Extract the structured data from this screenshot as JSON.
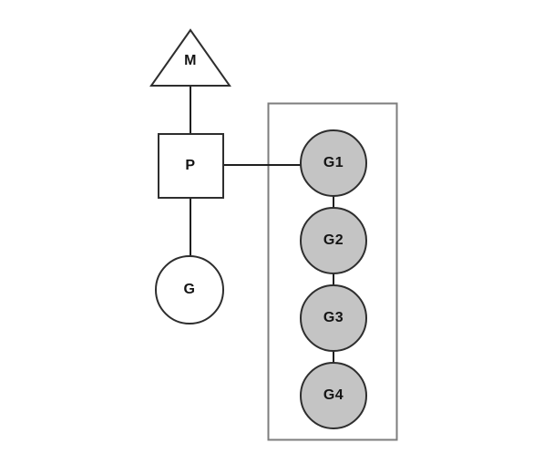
{
  "diagram": {
    "background_color": "#ffffff",
    "edge_color": "#1f1f1f",
    "shape_border_color": "#2e2e2e",
    "group_box_border_color": "#7e7e7e",
    "gray_circle_fill": "#c4c4c4",
    "white_shape_fill": "#ffffff",
    "nodes": [
      {
        "id": "M",
        "label": "M",
        "shape": "triangle",
        "fill": "white"
      },
      {
        "id": "P",
        "label": "P",
        "shape": "square",
        "fill": "white"
      },
      {
        "id": "G",
        "label": "G",
        "shape": "circle",
        "fill": "white"
      },
      {
        "id": "G1",
        "label": "G1",
        "shape": "circle",
        "fill": "gray"
      },
      {
        "id": "G2",
        "label": "G2",
        "shape": "circle",
        "fill": "gray"
      },
      {
        "id": "G3",
        "label": "G3",
        "shape": "circle",
        "fill": "gray"
      },
      {
        "id": "G4",
        "label": "G4",
        "shape": "circle",
        "fill": "gray"
      }
    ],
    "edges": [
      {
        "from": "M",
        "to": "P"
      },
      {
        "from": "P",
        "to": "G"
      },
      {
        "from": "P",
        "to": "G1"
      },
      {
        "from": "G1",
        "to": "G2"
      },
      {
        "from": "G2",
        "to": "G3"
      },
      {
        "from": "G3",
        "to": "G4"
      }
    ],
    "group_box": {
      "contains": [
        "G1",
        "G2",
        "G3",
        "G4"
      ]
    }
  }
}
